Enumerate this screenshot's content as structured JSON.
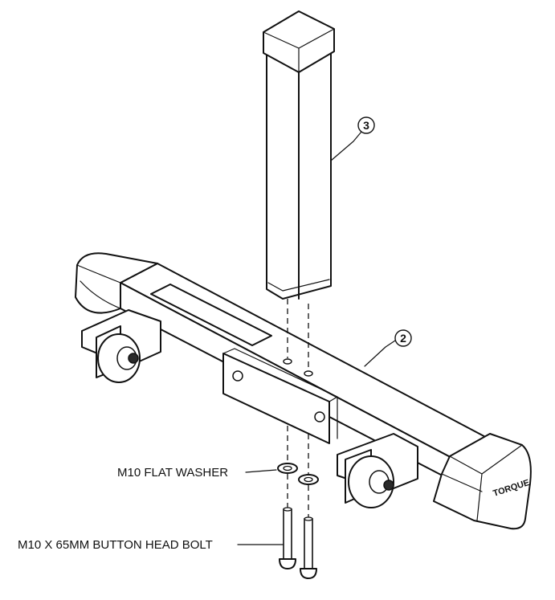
{
  "callouts": {
    "upright_number": "3",
    "base_number": "2"
  },
  "labels": {
    "washer": "M10 FLAT WASHER",
    "bolt": "M10 X 65MM BUTTON HEAD BOLT"
  },
  "brand": {
    "logo_text": "TORQUE"
  }
}
